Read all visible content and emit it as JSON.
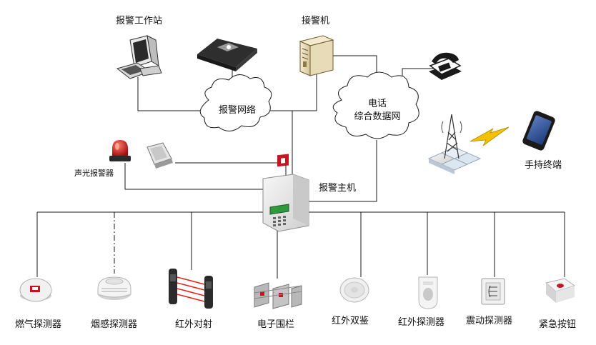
{
  "labels": {
    "workstation": "报警工作站",
    "receiver": "接警机",
    "alarm_network": "报警网络",
    "phone_network_line1": "电话",
    "phone_network_line2": "综合数据网",
    "sound_light_alarm": "声光报警器",
    "alarm_host": "报警主机",
    "handheld_terminal": "手持终端",
    "gas_detector": "燃气探测器",
    "smoke_detector": "烟感探测器",
    "ir_beam": "红外对射",
    "electric_fence": "电子围栏",
    "dual_tech": "红外双鉴",
    "ir_detector": "红外探测器",
    "vibration_detector": "震动探测器",
    "emergency_button": "紧急按钮"
  },
  "icons": [
    "computer-icon",
    "dvr-icon",
    "server-icon",
    "telephone-icon",
    "cell-tower-icon",
    "smartphone-icon",
    "siren-icon",
    "floodlight-icon",
    "alarm-panel-icon",
    "gas-detector-icon",
    "smoke-detector-icon",
    "ir-beam-icon",
    "electric-fence-icon",
    "dual-tech-icon",
    "pir-detector-icon",
    "vibration-detector-icon",
    "panic-button-icon"
  ],
  "colors": {
    "line": "#1a1a1a",
    "panel_red": "#c8141e",
    "screen_green": "#2f9a3c",
    "beam_red": "#e0241c",
    "tower_blue": "#cfe0f0",
    "lightning": "#f2c200"
  }
}
